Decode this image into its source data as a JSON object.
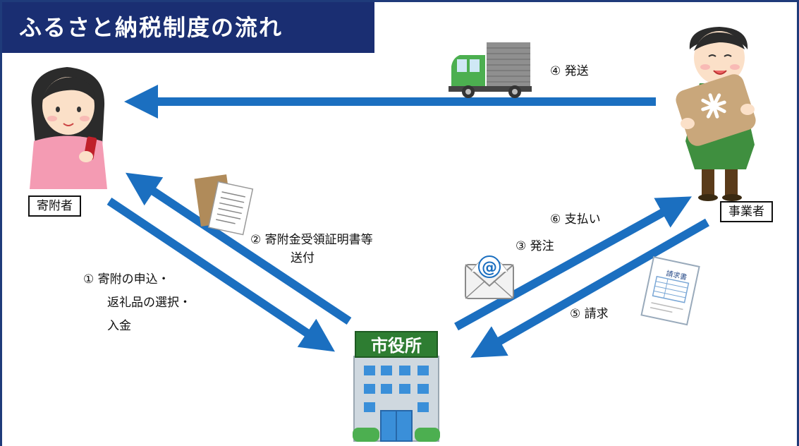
{
  "title": "ふるさと納税制度の流れ",
  "actors": {
    "donor": "寄附者",
    "business": "事業者",
    "city_hall": "市役所"
  },
  "steps": {
    "s1": [
      "① 寄附の申込・",
      "返礼品の選択・",
      "入金"
    ],
    "s2": [
      "② 寄附金受領証明書等",
      "送付"
    ],
    "s3": "③ 発注",
    "s4": "④ 発送",
    "s5": "⑤ 請求",
    "s6": "⑥ 支払い"
  },
  "icons": {
    "invoice": "請求書",
    "email": "@"
  },
  "colors": {
    "title_bg": "#1a2e72",
    "arrow": "#1b6fc0",
    "building_sign": "#2e7d32"
  }
}
